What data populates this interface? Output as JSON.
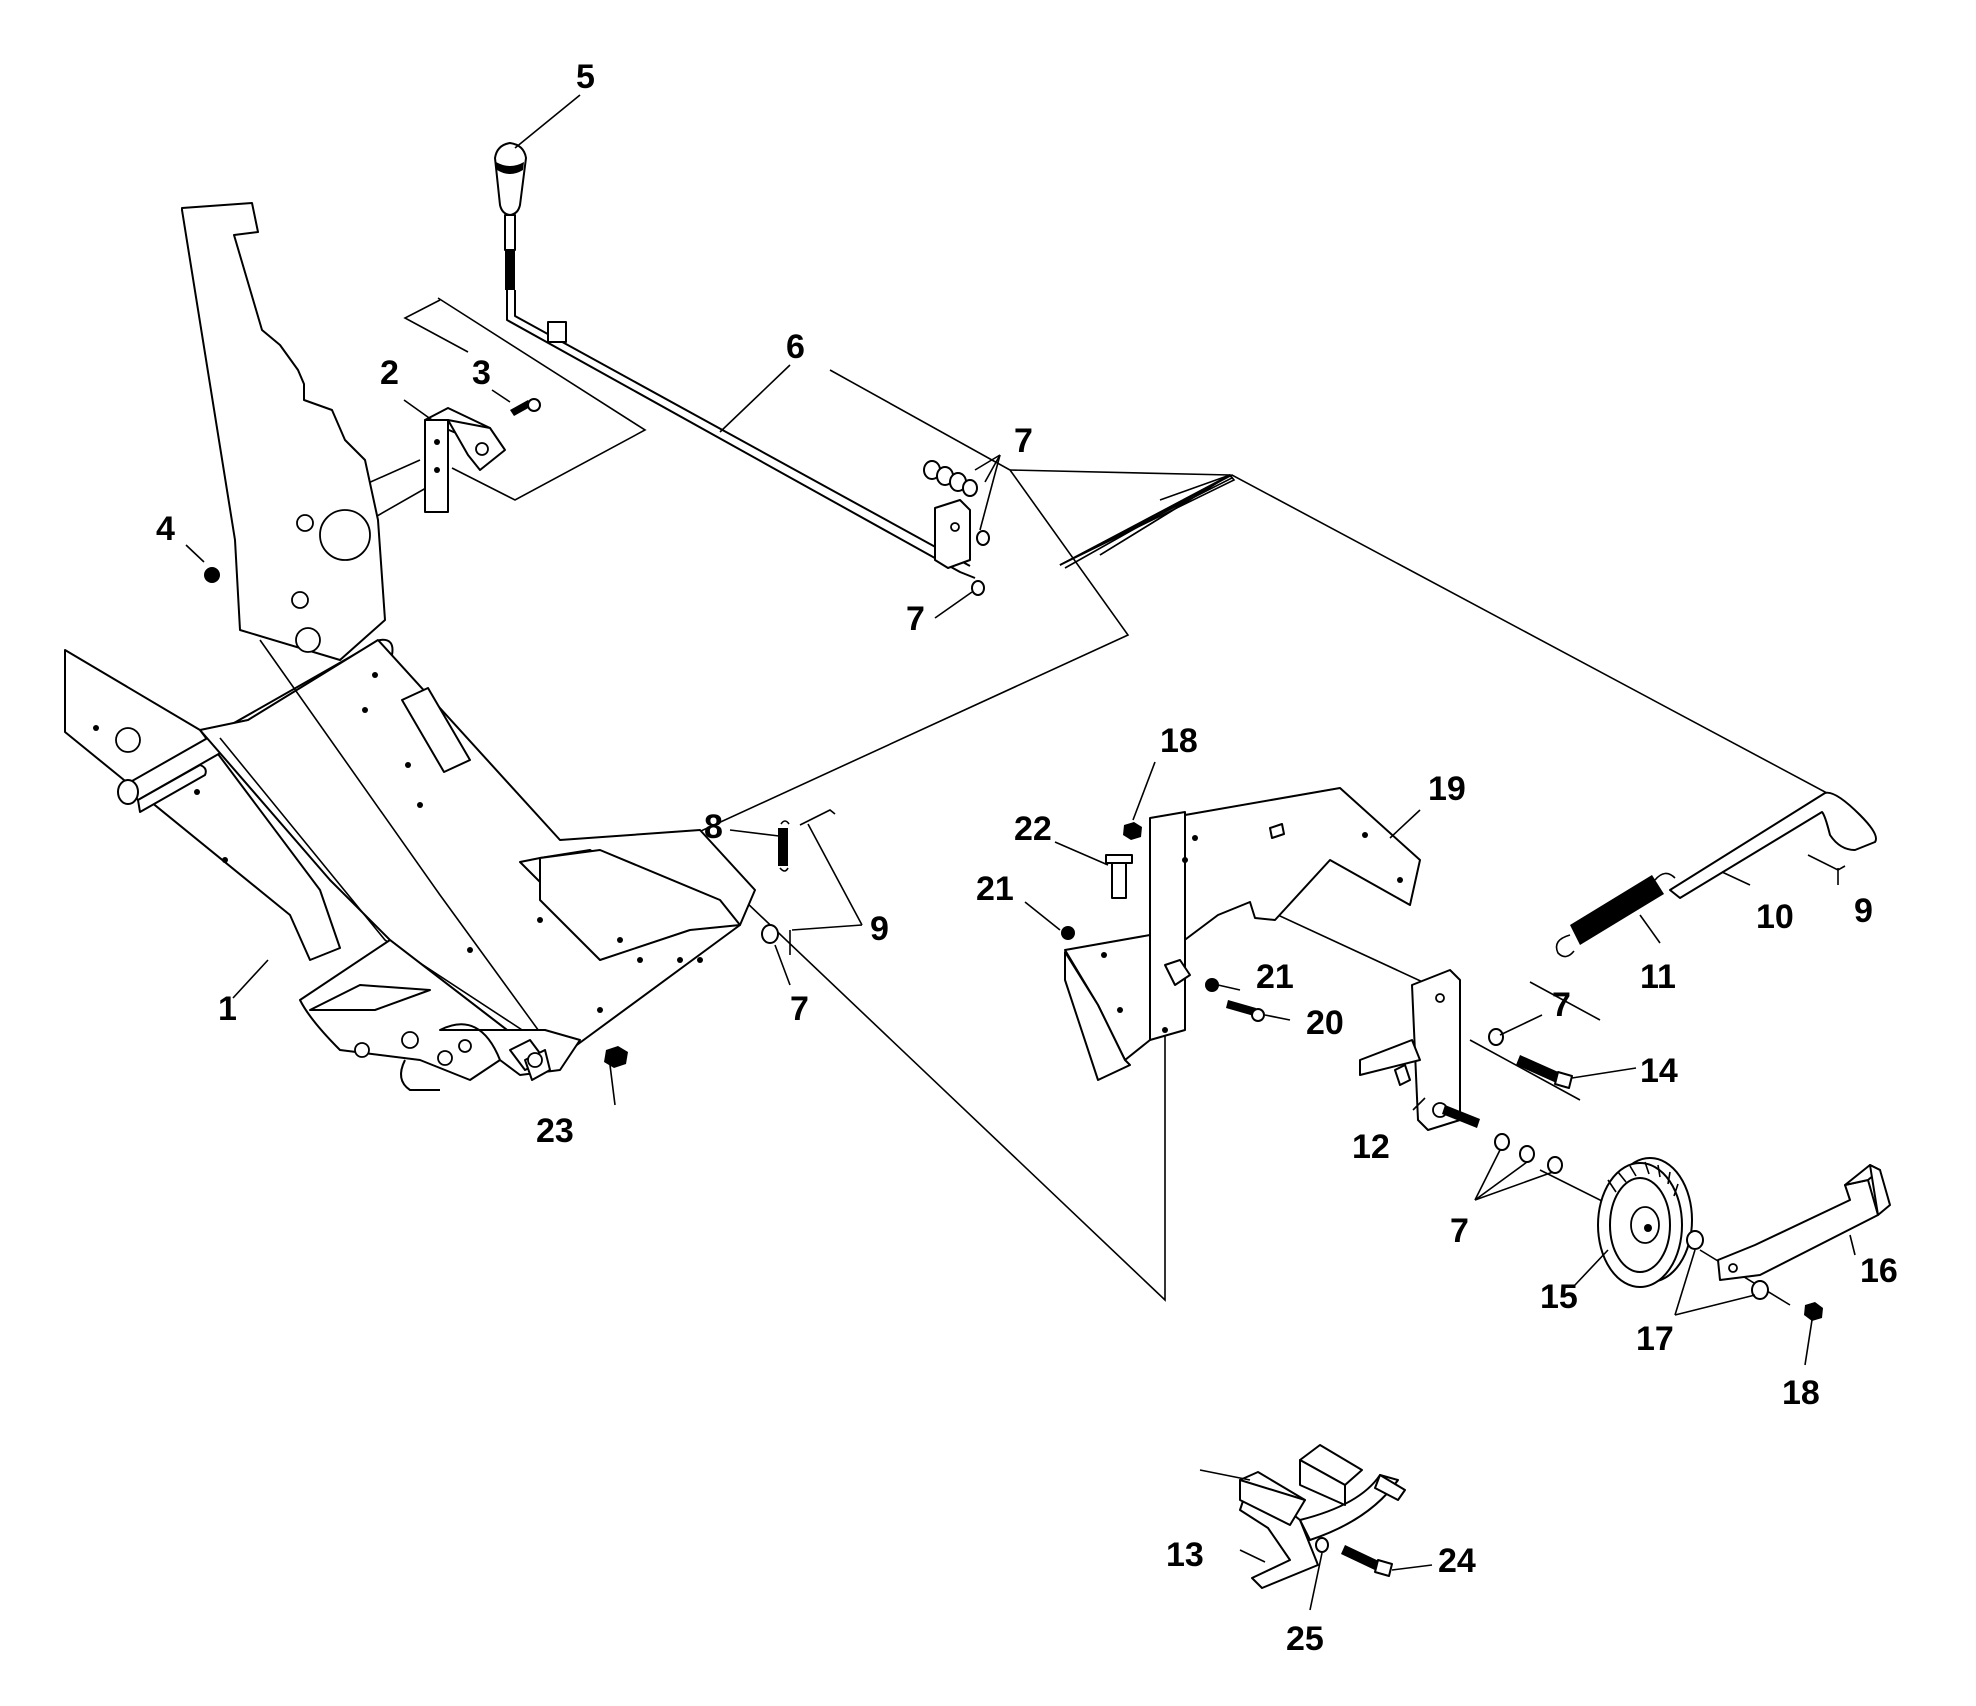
{
  "diagram": {
    "callouts": {
      "c1": "1",
      "c2": "2",
      "c3": "3",
      "c4": "4",
      "c5": "5",
      "c6": "6",
      "c7a": "7",
      "c7b": "7",
      "c7c": "7",
      "c7d": "7",
      "c7e": "7",
      "c8": "8",
      "c9a": "9",
      "c9b": "9",
      "c10": "10",
      "c11": "11",
      "c12": "12",
      "c13": "13",
      "c14": "14",
      "c15": "15",
      "c16": "16",
      "c17": "17",
      "c18a": "18",
      "c18b": "18",
      "c19": "19",
      "c20": "20",
      "c21a": "21",
      "c21b": "21",
      "c22": "22",
      "c23": "23",
      "c24": "24",
      "c25": "25"
    }
  }
}
